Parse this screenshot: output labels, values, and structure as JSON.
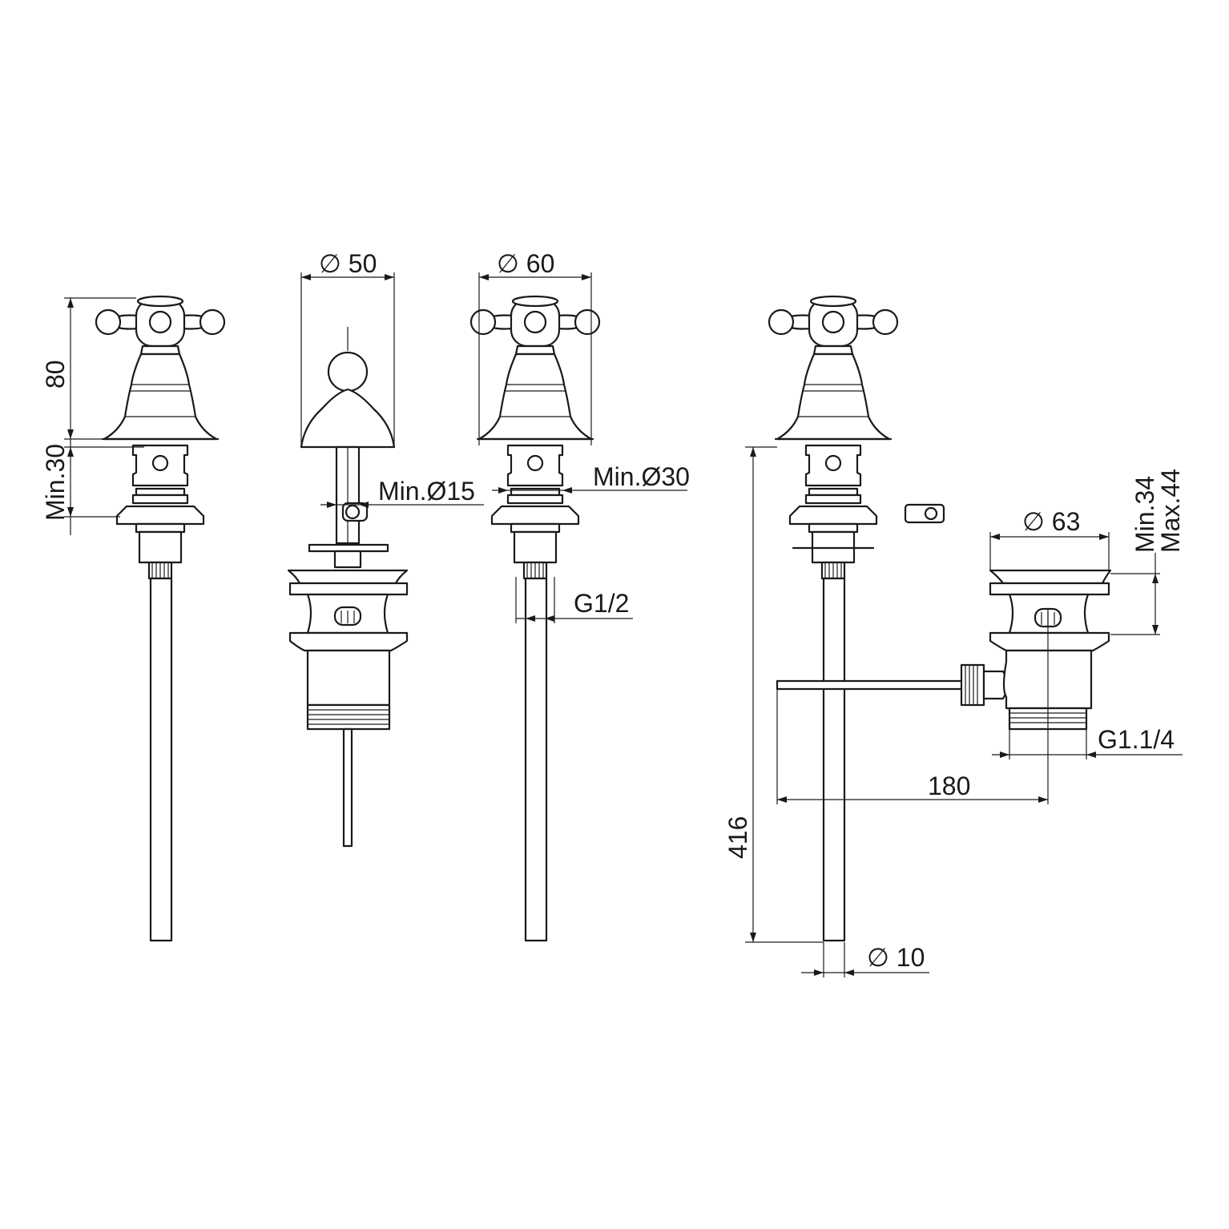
{
  "dimensions": {
    "height_handle": "80",
    "min_deck": "Min.30",
    "dia_pop_head": "∅ 50",
    "dia_rosette": "∅ 60",
    "min_dia_15": "Min.Ø15",
    "min_dia_30": "Min.Ø30",
    "thread_g12": "G1/2",
    "dia_63": "∅ 63",
    "min_34": "Min.34",
    "max_44": "Max.44",
    "thread_g114": "G1.1/4",
    "len_180": "180",
    "len_416": "416",
    "dia_10": "∅ 10"
  },
  "colors": {
    "line": "#1a1a1a",
    "background": "#ffffff"
  }
}
